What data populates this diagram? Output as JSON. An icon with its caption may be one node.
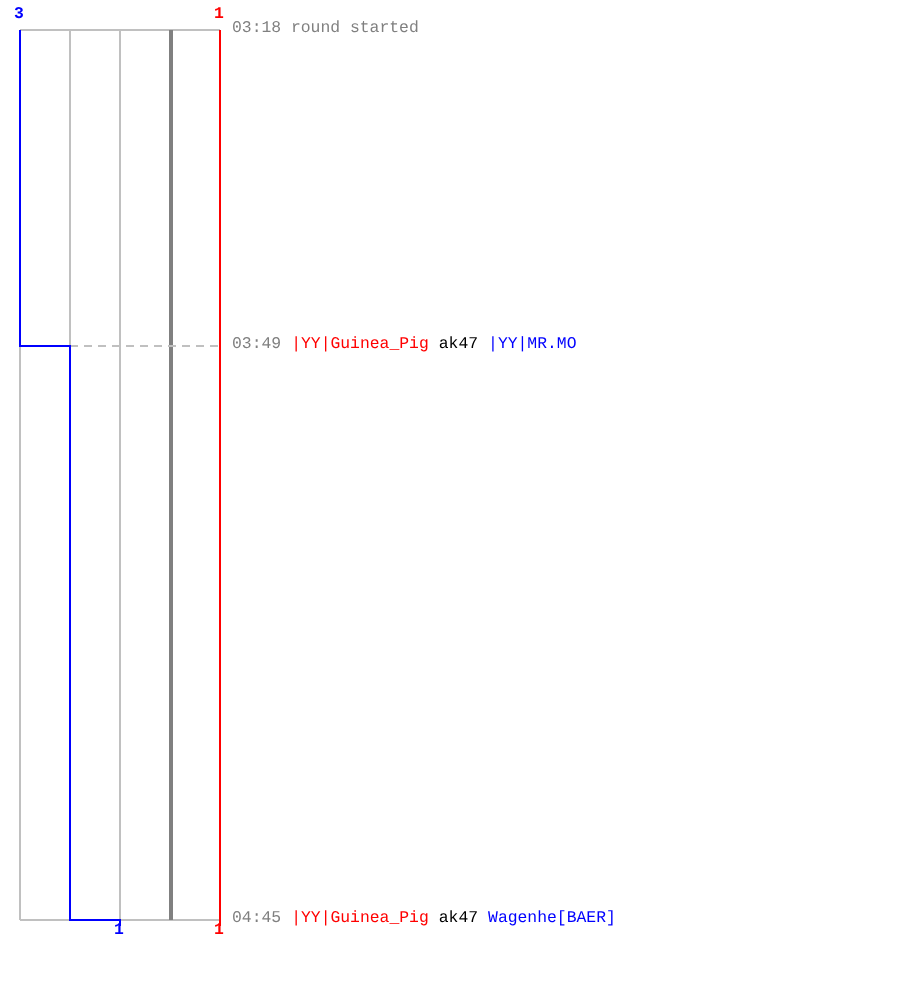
{
  "diagram": {
    "labels": [
      "3",
      "1",
      "03:18 round started",
      "03:49",
      "|YY|Guinea_Pig",
      "ak47",
      "|YY|MR.MO",
      "1",
      "1",
      "04:45",
      "|YY|Guinea_Pig",
      "ak47",
      "Wagenhe[BAER]"
    ]
  }
}
